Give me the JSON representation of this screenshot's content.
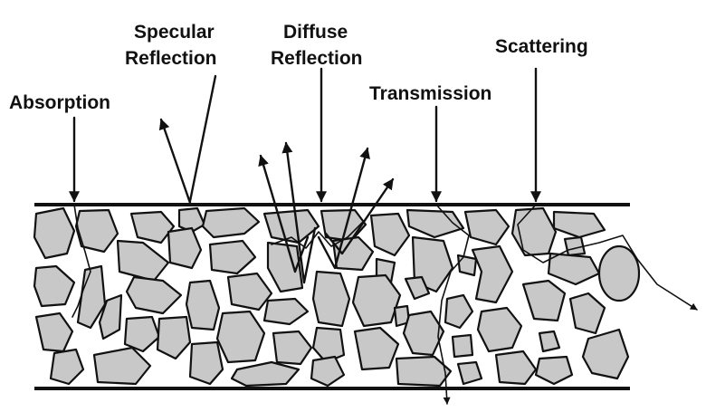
{
  "labels": {
    "absorption": "Absorption",
    "specular_line1": "Specular",
    "specular_line2": "Reflection",
    "diffuse_line1": "Diffuse",
    "diffuse_line2": "Reflection",
    "transmission": "Transmission",
    "scattering": "Scattering"
  },
  "colors": {
    "particle_fill": "#c8c8c8",
    "outline": "#111111",
    "background": "#ffffff"
  }
}
